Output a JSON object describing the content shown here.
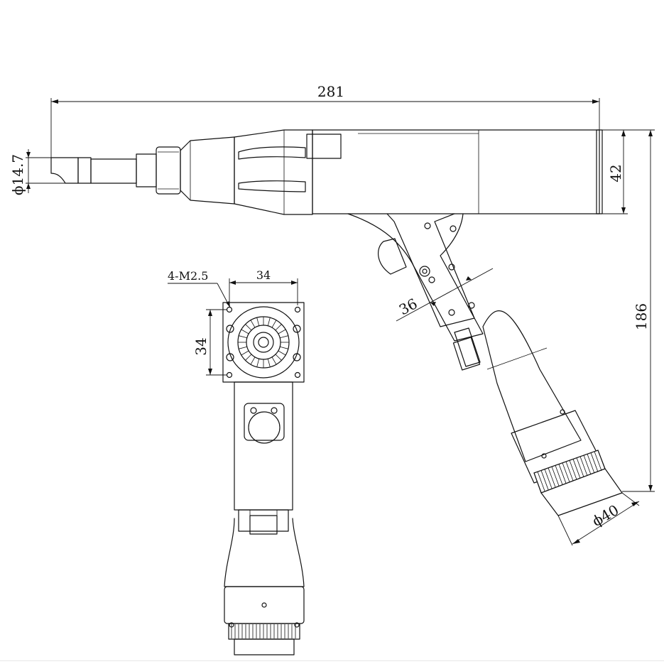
{
  "drawing": {
    "dimensions": {
      "overall_length": "281",
      "tip_diameter": "ϕ14.7",
      "body_height": "42",
      "overall_height": "186",
      "handle_width": "36",
      "nozzle_diameter": "ϕ40",
      "flange_width": "34",
      "flange_height": "34",
      "mount_holes": "4-M2.5"
    },
    "colors": {
      "line": "#111111",
      "background": "#ffffff"
    }
  }
}
